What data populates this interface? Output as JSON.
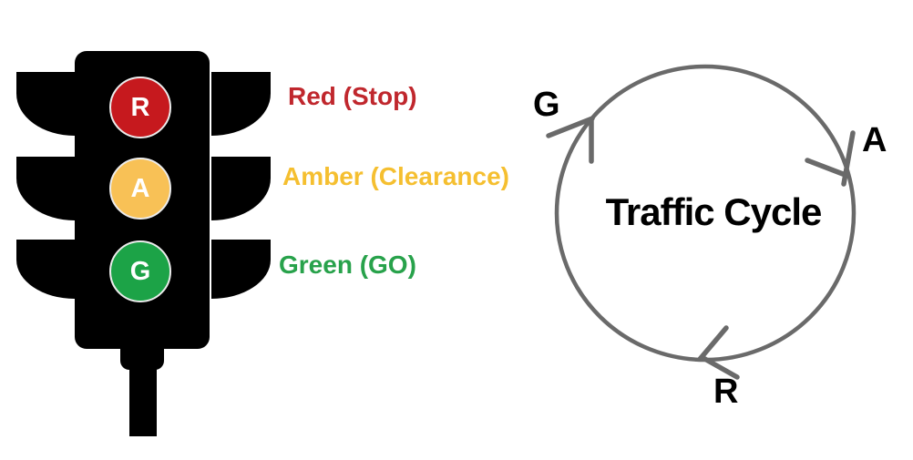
{
  "traffic_light": {
    "body_color": "#000000",
    "letter_color": "#ffffff",
    "lights": [
      {
        "name": "red",
        "letter": "R",
        "color": "#c6191e",
        "label": "Red (Stop)",
        "label_color": "#c0272d"
      },
      {
        "name": "amber",
        "letter": "A",
        "color": "#f8c156",
        "label": "Amber (Clearance)",
        "label_color": "#f5bf30"
      },
      {
        "name": "green",
        "letter": "G",
        "color": "#1ca347",
        "label": "Green (GO)",
        "label_color": "#28a24b"
      }
    ]
  },
  "cycle_diagram": {
    "title": "Traffic Cycle",
    "title_color": "#000000",
    "circle_color": "#6a6a6a",
    "arrow_color": "#6a6a6a",
    "direction": "clockwise",
    "nodes": [
      {
        "letter": "G",
        "position": "top-left"
      },
      {
        "letter": "A",
        "position": "right"
      },
      {
        "letter": "R",
        "position": "bottom"
      }
    ]
  }
}
